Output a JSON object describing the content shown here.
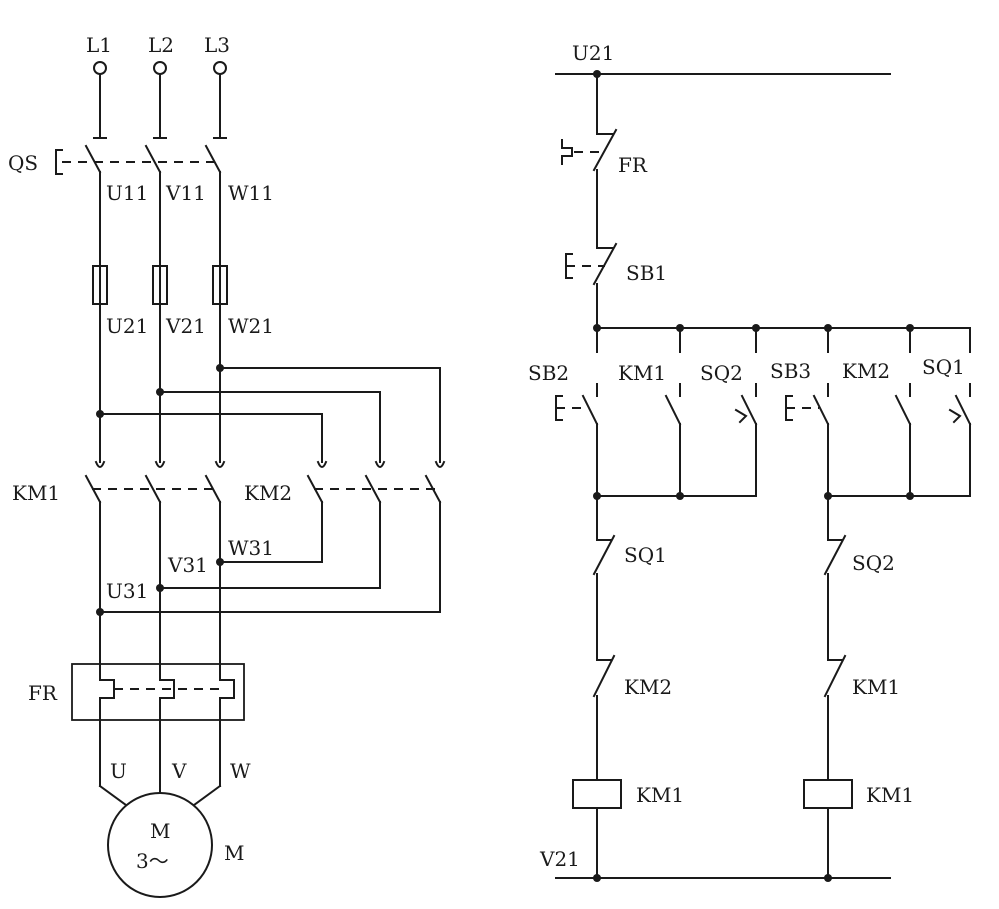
{
  "power_circuit": {
    "supply": {
      "l1": "L1",
      "l2": "L2",
      "l3": "L3"
    },
    "switch": {
      "label": "QS"
    },
    "after_switch": {
      "u": "U11",
      "v": "V11",
      "w": "W11"
    },
    "after_fuse": {
      "u": "U21",
      "v": "V21",
      "w": "W21"
    },
    "contactor_forward": {
      "label": "KM1"
    },
    "contactor_reverse": {
      "label": "KM2"
    },
    "motor_side": {
      "u": "U31",
      "v": "V31",
      "w": "W31"
    },
    "overload": {
      "label": "FR"
    },
    "motor_terminals": {
      "u": "U",
      "v": "V",
      "w": "W"
    },
    "motor": {
      "symbol_top": "M",
      "symbol_bottom": "3～",
      "label": "M"
    }
  },
  "control_circuit": {
    "top_rail": "U21",
    "bottom_rail": "V21",
    "overload_contact": "FR",
    "stop_button": "SB1",
    "forward_branch": {
      "start_button": "SB2",
      "hold_contact": "KM1",
      "limit_switch": "SQ2",
      "interlock_limit": "SQ1",
      "interlock_contact": "KM2",
      "coil": "KM1"
    },
    "reverse_branch": {
      "start_button": "SB3",
      "hold_contact": "KM2",
      "limit_switch": "SQ1",
      "interlock_limit": "SQ2",
      "interlock_contact": "KM1",
      "coil": "KM1"
    }
  }
}
